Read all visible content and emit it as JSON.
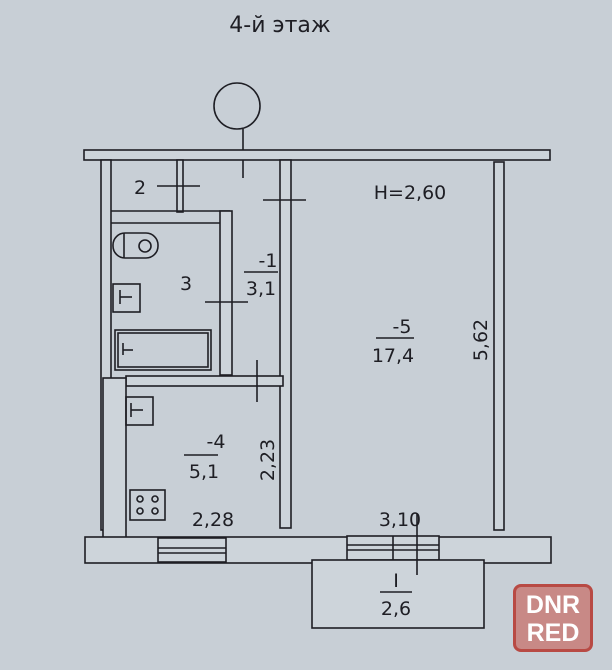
{
  "title": "4-й этаж",
  "ceiling_height": "H=2,60",
  "rooms": {
    "wc_closet": {
      "number": "2"
    },
    "bathroom": {
      "number": "3"
    },
    "hallway": {
      "number": "-1",
      "area": "3,1"
    },
    "living": {
      "number": "-5",
      "area": "17,4"
    },
    "kitchen": {
      "number": "-4",
      "area": "5,1"
    },
    "balcony": {
      "number": "I",
      "area": "2,6"
    }
  },
  "dimensions": {
    "living_length": "5,62",
    "kitchen_length": "2,23",
    "kitchen_width": "2,28",
    "living_width": "3,10"
  },
  "watermark": {
    "line1": "DNR",
    "line2": "RED",
    "color": "#b84a44"
  }
}
